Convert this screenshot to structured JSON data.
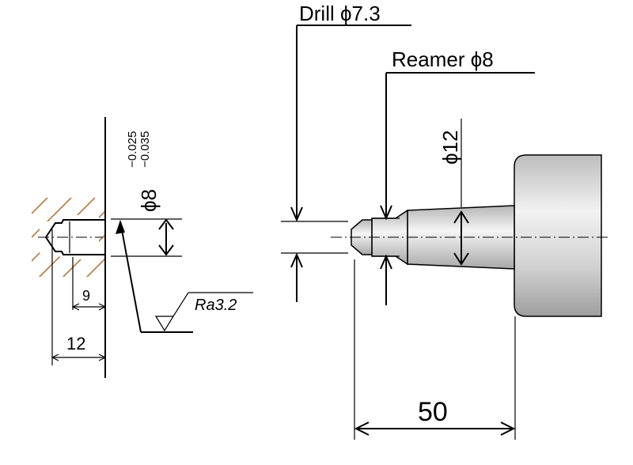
{
  "left_view": {
    "diameter_label": "ϕ8",
    "tol_upper": "−0.025",
    "tol_lower": "−0.035",
    "dim_depth_short": "9",
    "dim_depth_long": "12",
    "roughness": "Ra3.2"
  },
  "right_view": {
    "drill_label": "Drill ϕ7.3",
    "reamer_label": "Reamer ϕ8",
    "shank_diameter": "ϕ12",
    "length_dim": "50"
  },
  "colors": {
    "hatch": "#b8743a",
    "body_fill": "#d9d9d9"
  }
}
